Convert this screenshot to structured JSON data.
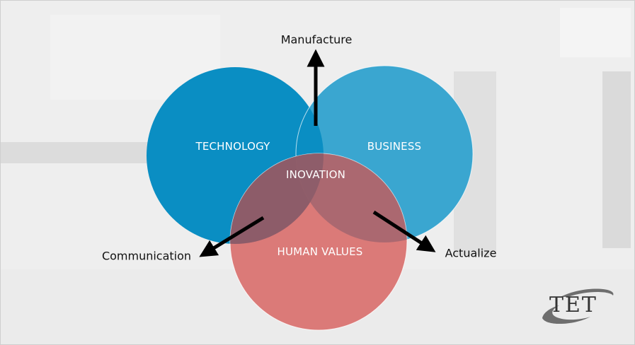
{
  "diagram": {
    "type": "venn",
    "circles": [
      {
        "id": "technology",
        "label": "TECHNOLOGY",
        "color": "#0a8ec3"
      },
      {
        "id": "business",
        "label": "BUSINESS",
        "color": "#3aa6d0"
      },
      {
        "id": "human_values",
        "label": "HUMAN VALUES",
        "color": "#d9706e"
      }
    ],
    "center_label": "INOVATION",
    "arrows": [
      {
        "label": "Manufacture",
        "direction": "up"
      },
      {
        "label": "Communication",
        "direction": "down-left"
      },
      {
        "label": "Actualize",
        "direction": "down-right"
      }
    ]
  },
  "logo": {
    "text": "TET"
  },
  "colors": {
    "technology": "#0a8ec3",
    "business": "#3aa6d0",
    "human_values": "#d9706e",
    "overlap": "#8c5f6c",
    "arrow": "#000000"
  }
}
